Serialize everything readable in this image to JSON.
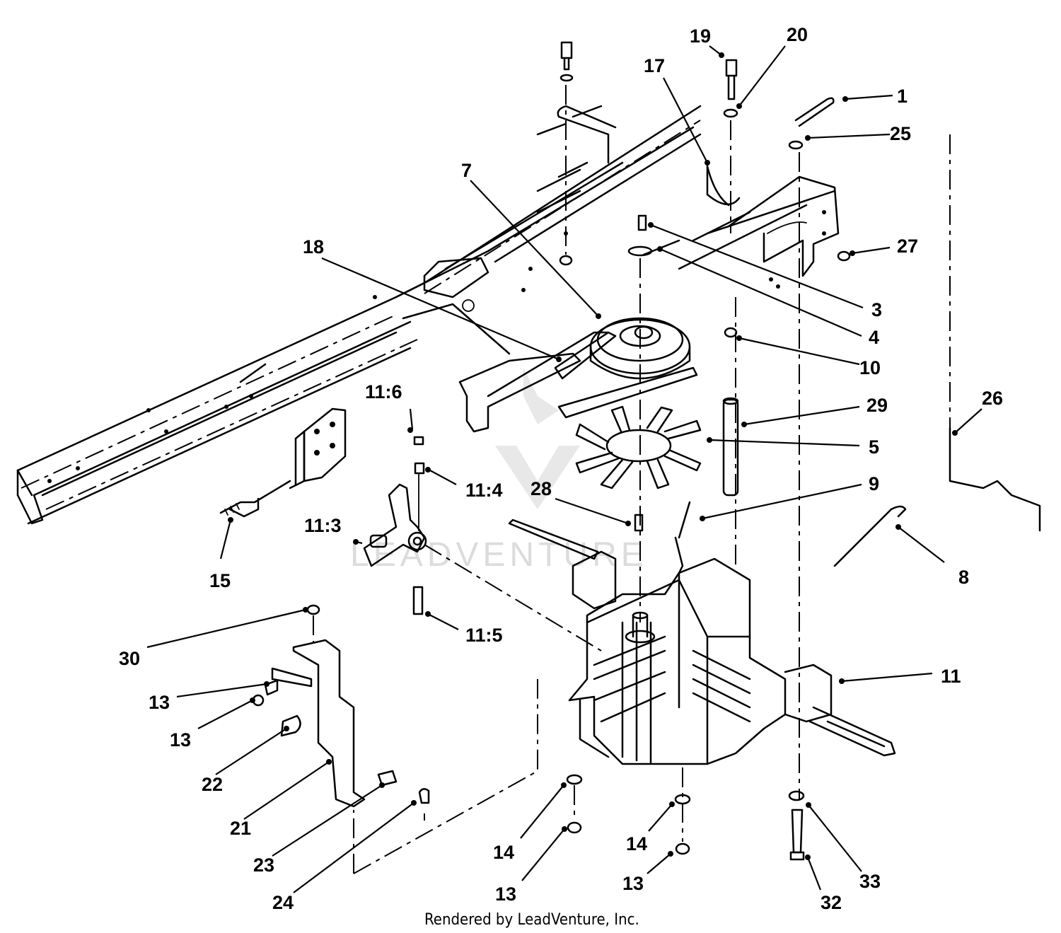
{
  "diagram": {
    "part_labels": [
      "1",
      "3",
      "4",
      "5",
      "7",
      "8",
      "9",
      "10",
      "11",
      "11:3",
      "11:4",
      "11:5",
      "11:6",
      "13",
      "14",
      "15",
      "17",
      "18",
      "19",
      "20",
      "21",
      "22",
      "23",
      "24",
      "25",
      "26",
      "27",
      "28",
      "29",
      "30",
      "32",
      "33"
    ],
    "label_1": "1",
    "label_3": "3",
    "label_4": "4",
    "label_5": "5",
    "label_7": "7",
    "label_8": "8",
    "label_9": "9",
    "label_10": "10",
    "label_11": "11",
    "label_11_3": "11:3",
    "label_11_4": "11:4",
    "label_11_5": "11:5",
    "label_11_6": "11:6",
    "label_13": "13",
    "label_14": "14",
    "label_15": "15",
    "label_17": "17",
    "label_18": "18",
    "label_19": "19",
    "label_20": "20",
    "label_21": "21",
    "label_22": "22",
    "label_23": "23",
    "label_24": "24",
    "label_25": "25",
    "label_26": "26",
    "label_27": "27",
    "label_28": "28",
    "label_29": "29",
    "label_30": "30",
    "label_32": "32",
    "label_33": "33"
  },
  "watermark": {
    "text": "LEADVENTURE"
  },
  "footer": {
    "text": "Rendered by LeadVenture, Inc."
  }
}
